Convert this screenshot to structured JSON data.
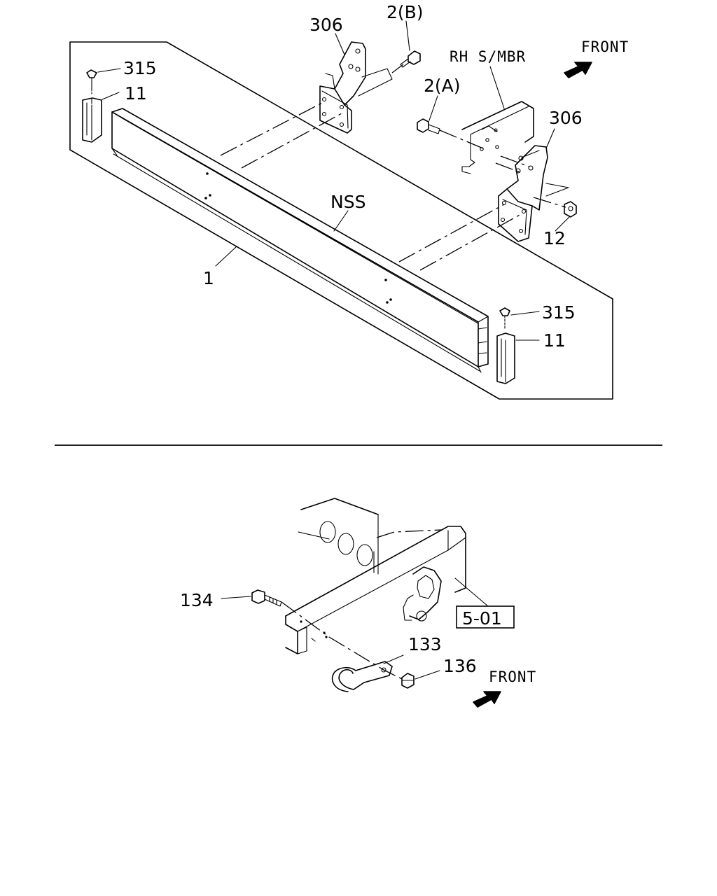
{
  "top_diagram": {
    "labels": {
      "bracket_left": "306",
      "bolt_b": "2(B)",
      "rh_member": "RH S/MBR",
      "front": "FRONT",
      "clip_left": "315",
      "pad_left": "11",
      "bolt_a": "2(A)",
      "bracket_right": "306",
      "nss": "NSS",
      "nut": "12",
      "crossmember": "1",
      "clip_right": "315",
      "pad_right": "11"
    }
  },
  "bottom_diagram": {
    "labels": {
      "bolt": "134",
      "ref_box": "5-01",
      "hook": "133",
      "nut": "136",
      "front": "FRONT"
    }
  }
}
